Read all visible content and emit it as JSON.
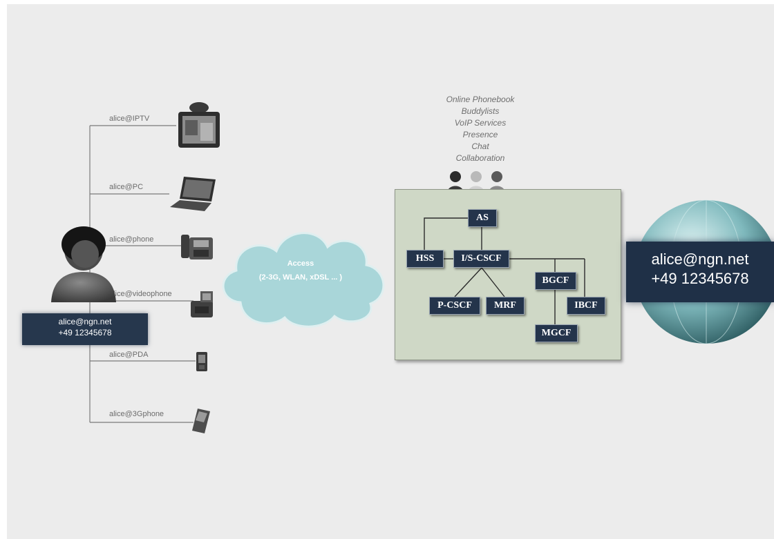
{
  "devices": [
    {
      "label": "alice@IPTV"
    },
    {
      "label": "alice@PC"
    },
    {
      "label": "alice@phone"
    },
    {
      "label": "alice@videophone"
    },
    {
      "label": "alice@PDA"
    },
    {
      "label": "alice@3Gphone"
    }
  ],
  "user_identity": {
    "line1": "alice@ngn.net",
    "line2": "+49 12345678"
  },
  "access_cloud": {
    "title": "Access",
    "subtitle": "(2-3G, WLAN, xDSL ... )"
  },
  "services": [
    "Online Phonebook",
    "Buddylists",
    "VoIP Services",
    "Presence",
    "Chat",
    "Collaboration"
  ],
  "ims_nodes": {
    "as": "AS",
    "hss": "HSS",
    "iscscf": "I/S-CSCF",
    "pcscf": "P-CSCF",
    "mrf": "MRF",
    "bgcf": "BGCF",
    "ibcf": "IBCF",
    "mgcf": "MGCF"
  },
  "remote_identity": {
    "line1": "alice@ngn.net",
    "line2": "+49 12345678"
  },
  "colors": {
    "background": "#ececec",
    "node_fill": "#24344b",
    "ims_box": "#cfd8c6",
    "cloud": "#a9d6d9",
    "line": "#7a7a7a"
  }
}
